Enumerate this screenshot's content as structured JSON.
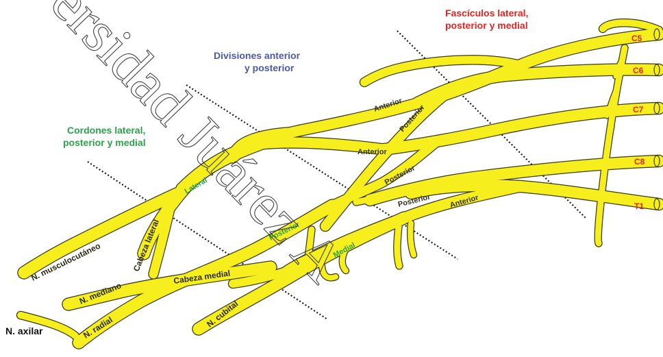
{
  "titles": {
    "fasciculos_line1": "Fascículos lateral,",
    "fasciculos_line2": "posterior y medial",
    "divisiones_line1": "Divisiones anterior",
    "divisiones_line2": "y posterior",
    "cordones_line1": "Cordones lateral,",
    "cordones_line2": "posterior y medial"
  },
  "roots": [
    "C5",
    "C6",
    "C7",
    "C8",
    "T1"
  ],
  "divisions": {
    "upper_anterior": "Anterior",
    "upper_posterior": "Posterior",
    "middle_anterior": "Anterior",
    "middle_posterior": "Posterior",
    "lower_posterior": "Posterior",
    "lower_anterior": "Anterior"
  },
  "cords": {
    "lateral": "Lateral",
    "posterior": "Posterior",
    "medial": "Medial"
  },
  "heads": {
    "lateral": "Cabeza lateral",
    "medial": "Cabeza medial"
  },
  "nerves": {
    "musculocutaneo": "N. musculocutáneo",
    "mediano": "N. mediano",
    "radial": "N. radial",
    "cubital": "N. cubital",
    "axilar": "N. axilar"
  },
  "watermark": "ersidad Juárez A",
  "colors": {
    "nerve": "#f7ee1e",
    "root_label": "#e8231f",
    "fasciculos_title": "#e8231f",
    "divisiones_title": "#4a5aa8",
    "cordones_title": "#2aa34a"
  }
}
